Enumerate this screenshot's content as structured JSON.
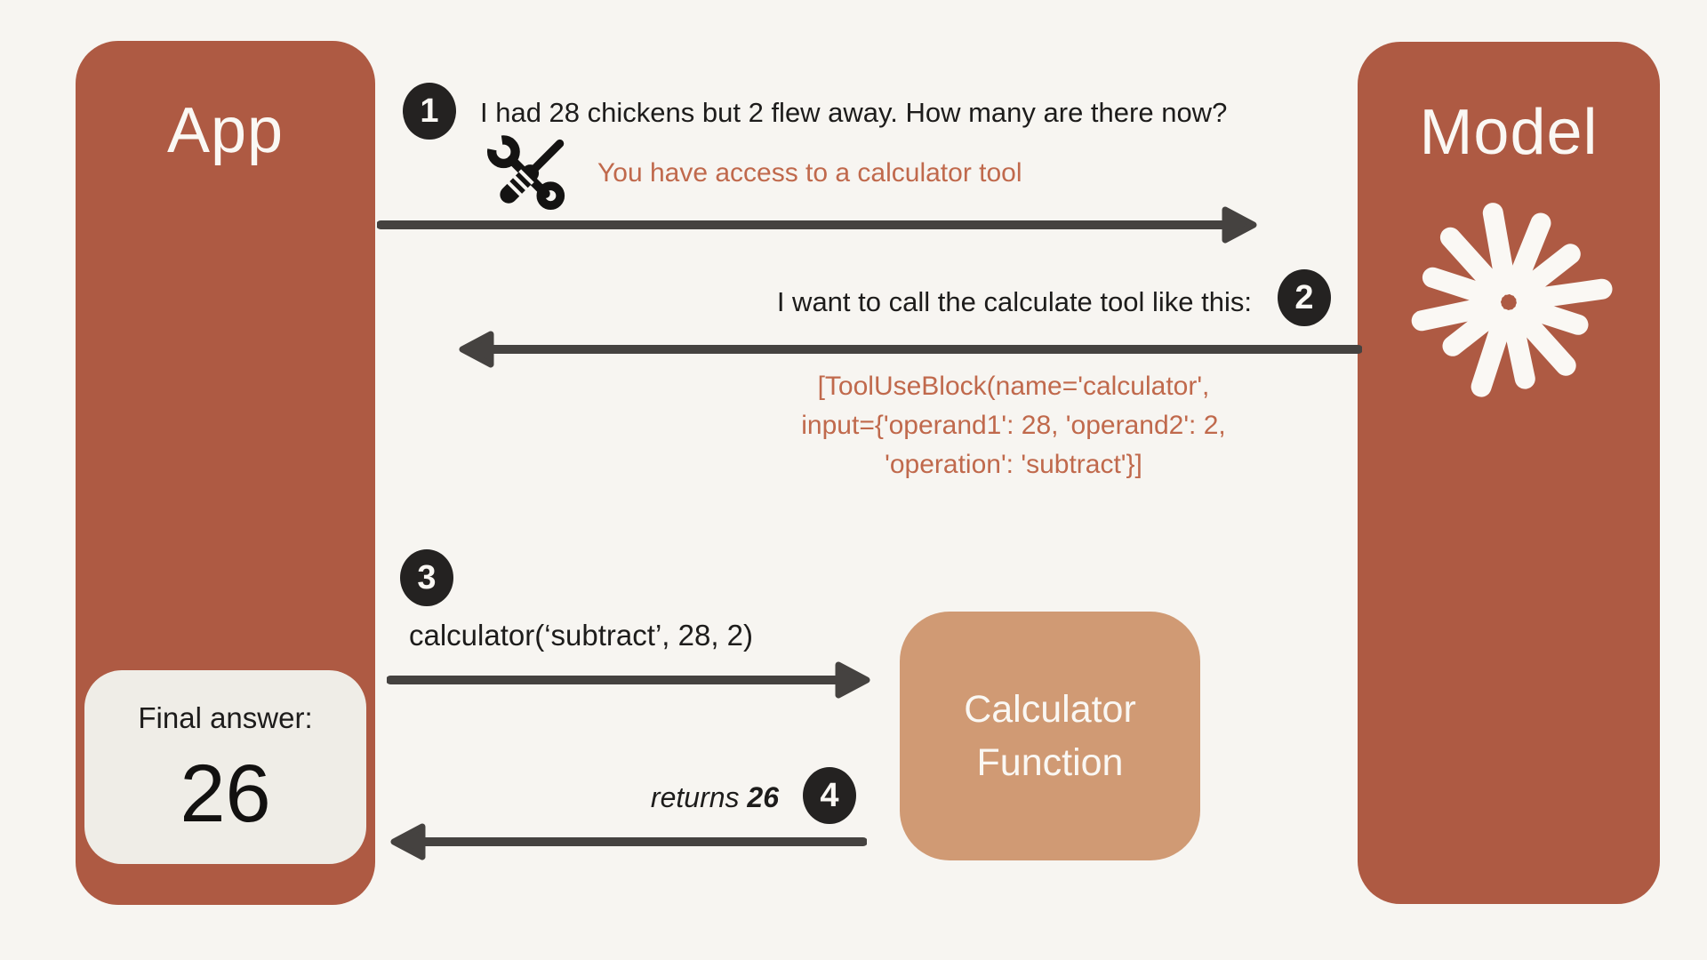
{
  "diagram": {
    "app": {
      "label": "App"
    },
    "model": {
      "label": "Model"
    },
    "calculator": {
      "line1": "Calculator",
      "line2": "Function"
    },
    "final_answer": {
      "label": "Final answer:",
      "value": "26"
    },
    "step1": {
      "number": "1",
      "message": "I had 28 chickens but 2 flew away. How many are there now?",
      "note": "You have access to a calculator tool"
    },
    "step2": {
      "number": "2",
      "message": "I want to call the calculate tool like this:",
      "code1": "[ToolUseBlock(name='calculator',",
      "code2": "input={'operand1': 28, 'operand2': 2,",
      "code3": "'operation': 'subtract'}]"
    },
    "step3": {
      "number": "3",
      "message": "calculator(‘subtract’, 28, 2)"
    },
    "step4": {
      "number": "4",
      "prefix": "returns",
      "value": "26"
    }
  },
  "colors": {
    "background": "#f7f5f1",
    "entity_rust": "#ae5a43",
    "calculator_tan": "#d09a74",
    "note_orange": "#c0694c",
    "arrow_gray": "#454240",
    "badge_black": "#242221",
    "card_cream": "#efede7",
    "text_black": "#1d1c1b",
    "text_white": "#faf8f4"
  }
}
